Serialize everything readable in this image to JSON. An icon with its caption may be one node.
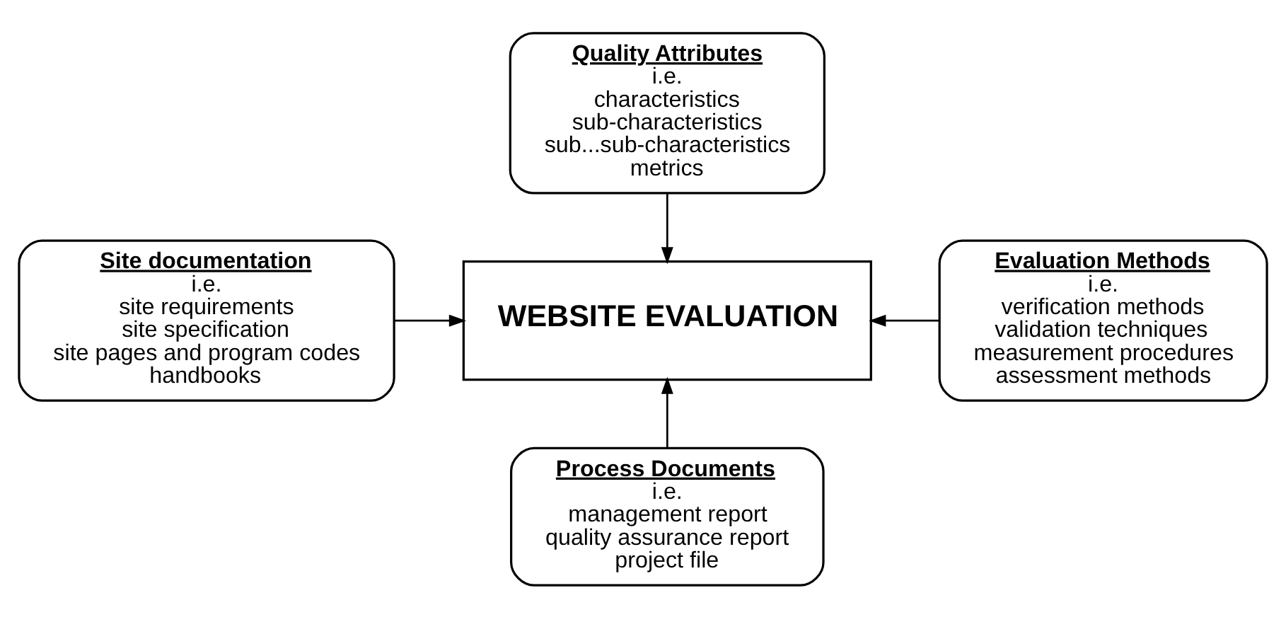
{
  "diagram": {
    "nodes": [
      {
        "text": [
          "Quality Attributes",
          "i.e.",
          "characteristics",
          "sub-characteristics",
          "sub...sub-characteristics",
          "metrics"
        ]
      },
      {
        "text": [
          "Site documentation",
          "i.e.",
          "site requirements",
          "site specification",
          "site pages and program codes",
          "handbooks"
        ]
      },
      {
        "text": [
          "WEBSITE EVALUATION"
        ]
      },
      {
        "text": [
          "Evaluation Methods",
          "i.e.",
          "verification methods",
          "validation techniques",
          "measurement procedures",
          "assessment methods"
        ]
      },
      {
        "text": [
          "Process Documents",
          "i.e.",
          "management report",
          "quality assurance report",
          "project file"
        ]
      }
    ],
    "edges": [
      {
        "from": 0,
        "to": 2,
        "arrow": "to"
      },
      {
        "from": 1,
        "to": 2,
        "arrow": "to"
      },
      {
        "from": 3,
        "to": 2,
        "arrow": "to"
      },
      {
        "from": 4,
        "to": 2,
        "arrow": "to"
      }
    ]
  }
}
